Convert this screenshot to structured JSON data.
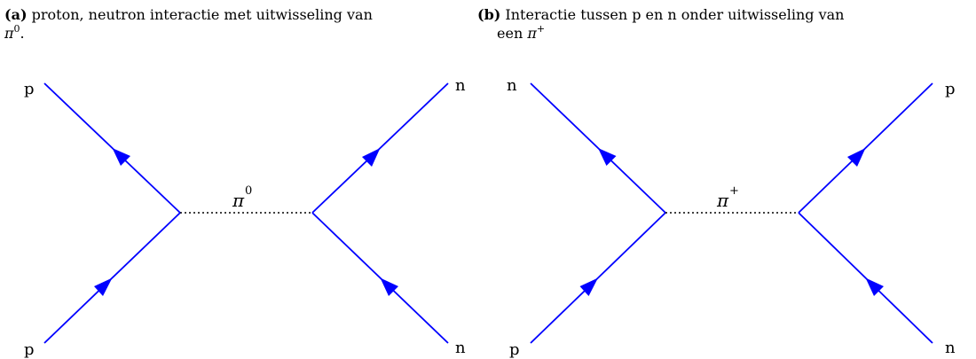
{
  "colors": {
    "fermion_line": "#0000ff",
    "text": "#000000",
    "boson_line": "#000000"
  },
  "diagrams": [
    {
      "tag": "(a)",
      "caption_main": "proton, neutron interactie met uitwisseling van",
      "caption_math_base": "π",
      "caption_math_sup": "0",
      "caption_end": ".",
      "labels": {
        "top_left": "p",
        "bottom_left": "p",
        "top_right": "n",
        "bottom_right": "n"
      },
      "exchange": {
        "base": "π",
        "sup": "0"
      }
    },
    {
      "tag": "(b)",
      "caption_main": "Interactie tussen p en n onder uitwisseling van",
      "caption_line2_prefix": "een",
      "caption_math_base": "π",
      "caption_math_sup": "+",
      "labels": {
        "top_left": "n",
        "bottom_left": "p",
        "top_right": "p",
        "bottom_right": "n"
      },
      "exchange": {
        "base": "π",
        "sup": "+"
      }
    }
  ]
}
